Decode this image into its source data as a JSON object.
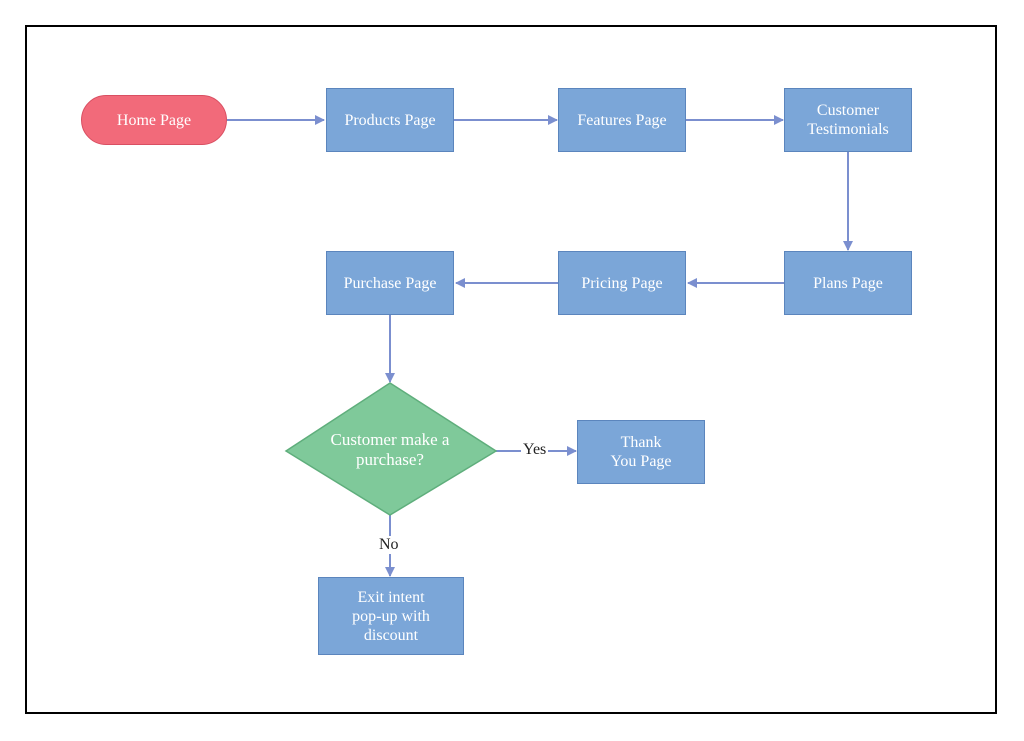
{
  "flowchart": {
    "nodes": {
      "home": "Home Page",
      "products": "Products Page",
      "features": "Features Page",
      "testimonials": "Customer Testimonials",
      "plans": "Plans Page",
      "pricing": "Pricing Page",
      "purchase": "Purchase Page",
      "decision": "Customer make  a purchase?",
      "thank_you": "Thank You Page",
      "exit_intent": "Exit intent pop-up with discount"
    },
    "edge_labels": {
      "yes": "Yes",
      "no": "No"
    },
    "colors": {
      "start_node": "#f26a7a",
      "process_node": "#7ba6d8",
      "decision_node": "#7fc99a",
      "connector": "#7b8fcf"
    }
  }
}
